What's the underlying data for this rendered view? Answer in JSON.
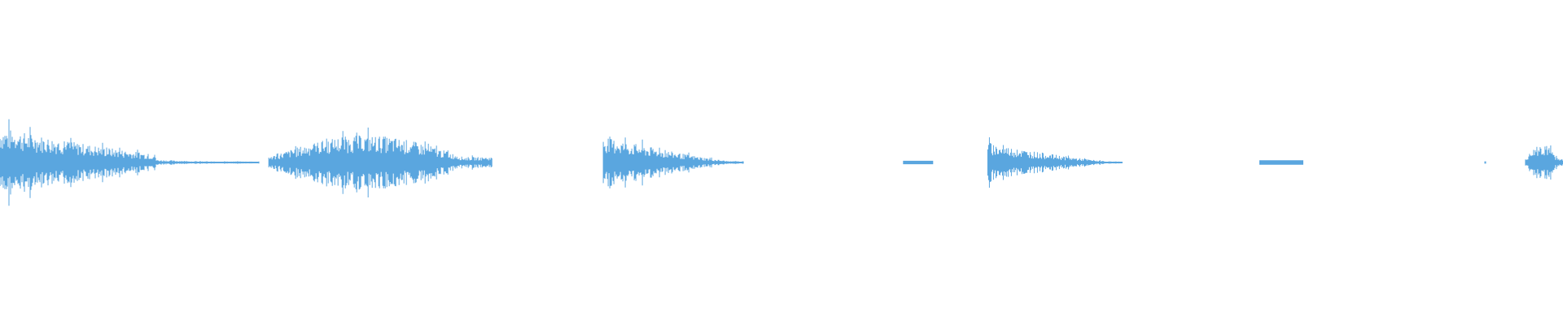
{
  "waveform": {
    "color": "#5aa6df",
    "segments": [
      {
        "start": 0.0,
        "end": 0.166,
        "peak": 0.62,
        "shape": "decay-tail"
      },
      {
        "start": 0.172,
        "end": 0.315,
        "peak": 0.48,
        "shape": "swell"
      },
      {
        "start": 0.386,
        "end": 0.476,
        "peak": 0.46,
        "shape": "attack-decay"
      },
      {
        "start": 0.578,
        "end": 0.597,
        "peak": 0.03,
        "shape": "flat"
      },
      {
        "start": 0.632,
        "end": 0.718,
        "peak": 0.34,
        "shape": "attack-decay"
      },
      {
        "start": 0.806,
        "end": 0.834,
        "peak": 0.04,
        "shape": "flat"
      },
      {
        "start": 0.95,
        "end": 0.951,
        "peak": 0.02,
        "shape": "flat"
      },
      {
        "start": 0.976,
        "end": 1.0,
        "peak": 0.32,
        "shape": "swell"
      }
    ]
  }
}
